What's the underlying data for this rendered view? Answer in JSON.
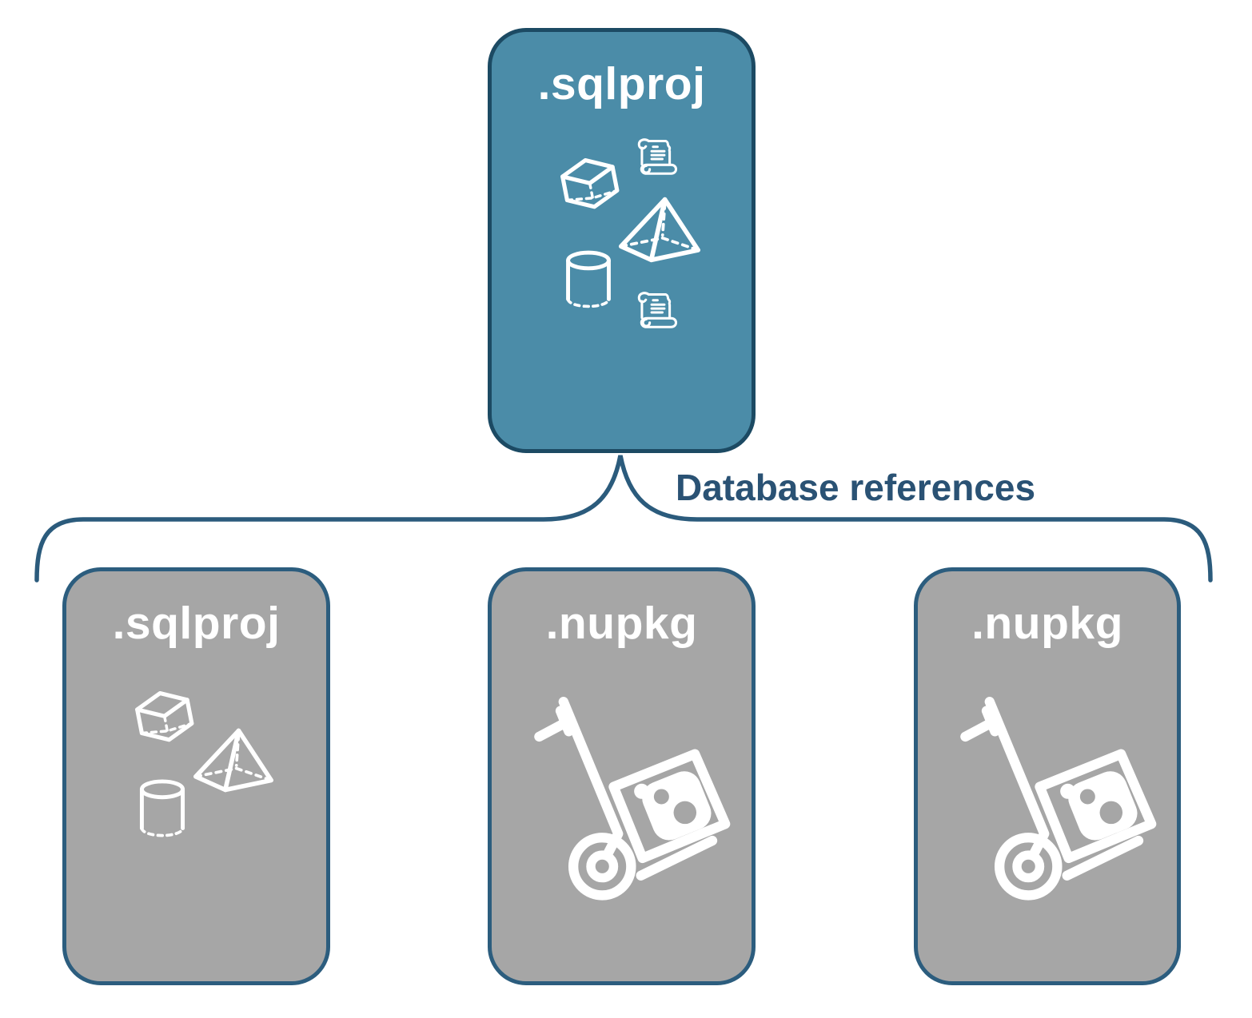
{
  "diagram": {
    "edge_label": "Database references",
    "root": {
      "title": ".sqlproj",
      "icons": [
        "cube-icon",
        "script-scroll-icon",
        "pyramid-icon",
        "cylinder-icon",
        "script-scroll-icon"
      ]
    },
    "children": [
      {
        "title": ".sqlproj",
        "icons": [
          "cube-icon",
          "pyramid-icon",
          "cylinder-icon"
        ]
      },
      {
        "title": ".nupkg",
        "icons": [
          "handtruck-package-icon"
        ]
      },
      {
        "title": ".nupkg",
        "icons": [
          "handtruck-package-icon"
        ]
      }
    ],
    "colors": {
      "accent_teal": "#4B8CA8",
      "teal_border": "#1C4A63",
      "gray_fill": "#A6A6A6",
      "gray_border": "#2C5D7E",
      "line_color": "#2B5B7C",
      "label_color": "#2A5274",
      "node_title": "#FFFFFF",
      "icon_color": "#FFFFFF"
    }
  }
}
